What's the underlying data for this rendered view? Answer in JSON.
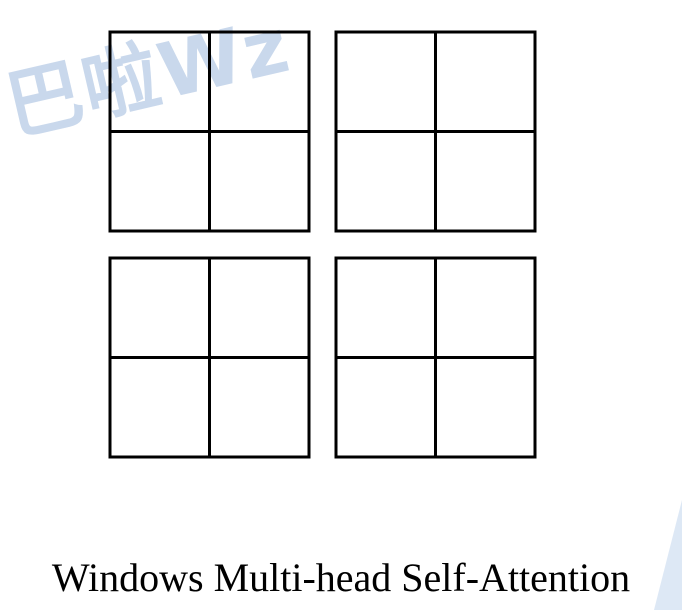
{
  "diagram": {
    "windows_rows": 2,
    "windows_cols": 2,
    "cells_per_window_side": 2,
    "line_color": "#000000",
    "background": "#ffffff"
  },
  "watermark": {
    "text": "巴啦Wz",
    "color": "#b8cce6"
  },
  "caption": {
    "text": "Windows Multi-head Self-Attention"
  }
}
